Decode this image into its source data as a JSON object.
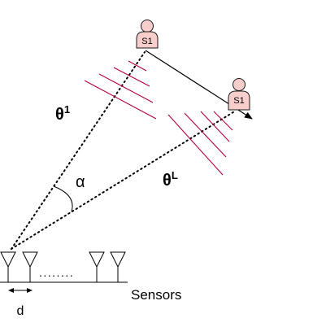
{
  "sources": [
    {
      "label": "S1",
      "fill": "#f8cecc",
      "stroke": "#1a1a1a"
    },
    {
      "label": "S1",
      "fill": "#f8cecc",
      "stroke": "#1a1a1a"
    }
  ],
  "angles": {
    "theta_first": {
      "symbol": "θ",
      "superscript": "1"
    },
    "theta_last": {
      "symbol": "θ",
      "superscript": "L"
    },
    "alpha": "α"
  },
  "array": {
    "sensors_label": "Sensors",
    "spacing_label": "d",
    "gap_dots": "........"
  },
  "colors": {
    "wavefront": "#b5003c",
    "line": "#000000"
  }
}
